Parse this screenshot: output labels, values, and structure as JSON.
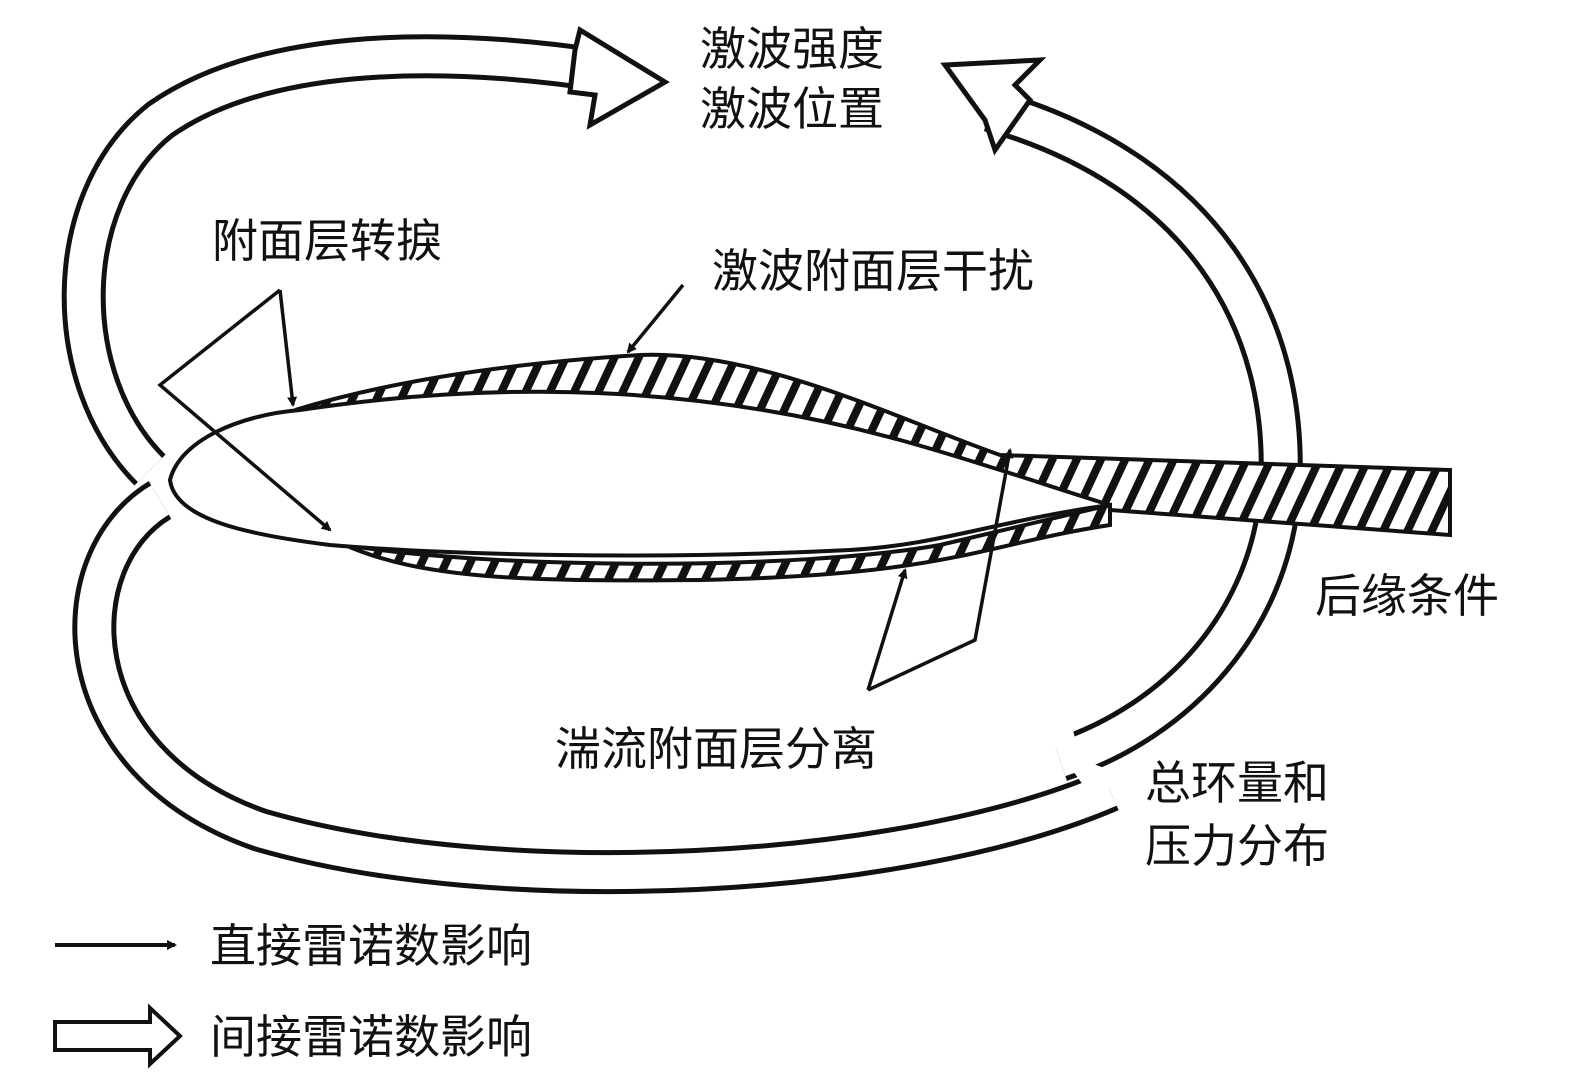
{
  "labels": {
    "shock_strength": "激波强度",
    "shock_position": "激波位置",
    "bl_transition": "附面层转捩",
    "shock_bl_interaction": "激波附面层干扰",
    "trailing_edge": "后缘条件",
    "turbulent_separation": "湍流附面层分离",
    "circulation_line1": "总环量和",
    "circulation_line2": "压力分布"
  },
  "legend": {
    "direct": "直接雷诺数影响",
    "indirect": "间接雷诺数影响"
  },
  "colors": {
    "ink": "#111111",
    "background": "#ffffff"
  }
}
